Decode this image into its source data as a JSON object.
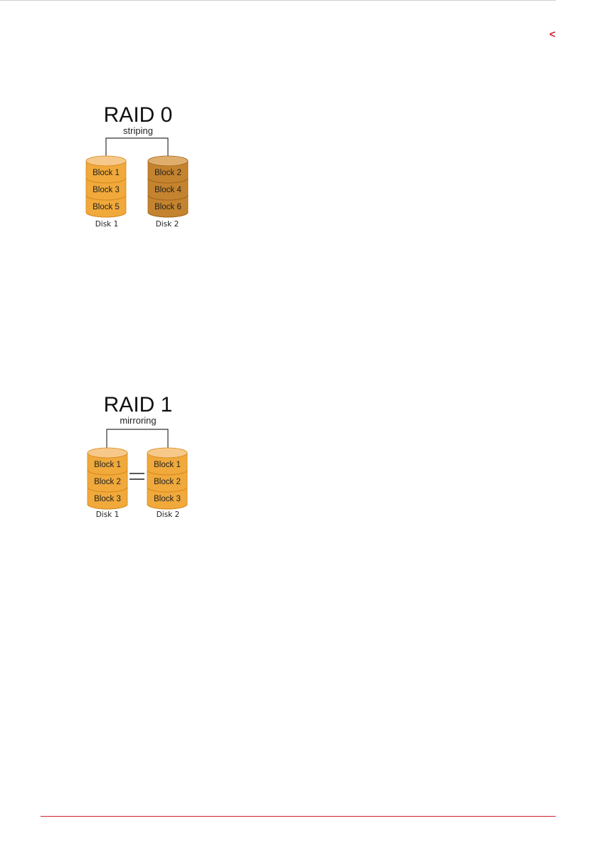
{
  "header": {
    "nav_glyph": "<"
  },
  "diagrams": [
    {
      "title": "RAID 0",
      "subtitle": "striping",
      "disks": [
        {
          "label": "Disk 1",
          "blocks": [
            "Block 1",
            "Block 3",
            "Block 5"
          ],
          "color": "#f0a93a",
          "top_color": "#f6c98a",
          "edge_color": "#d68a1f"
        },
        {
          "label": "Disk 2",
          "blocks": [
            "Block 2",
            "Block 4",
            "Block 6"
          ],
          "color": "#c4832e",
          "top_color": "#dfae6c",
          "edge_color": "#a0661d"
        }
      ]
    },
    {
      "title": "RAID 1",
      "subtitle": "mirroring",
      "equals": "=",
      "disks": [
        {
          "label": "Disk 1",
          "blocks": [
            "Block 1",
            "Block 2",
            "Block 3"
          ],
          "color": "#f0a93a",
          "top_color": "#f6c98a",
          "edge_color": "#d68a1f"
        },
        {
          "label": "Disk 2",
          "blocks": [
            "Block 1",
            "Block 2",
            "Block 3"
          ],
          "color": "#f0a93a",
          "top_color": "#f6c98a",
          "edge_color": "#d68a1f"
        }
      ]
    }
  ],
  "colors": {
    "accent": "#d0202e",
    "connector": "#333333"
  }
}
